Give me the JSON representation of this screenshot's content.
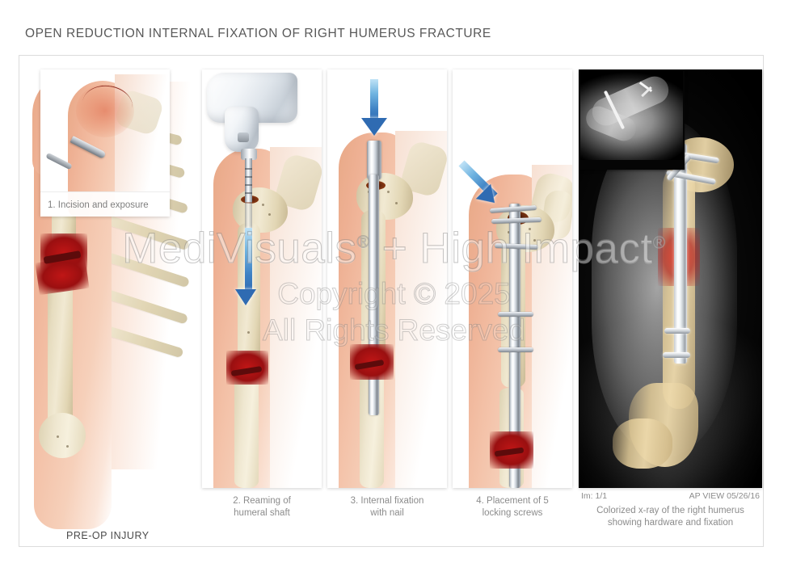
{
  "title": "OPEN REDUCTION INTERNAL FIXATION OF RIGHT HUMERUS FRACTURE",
  "preop": {
    "label": "PRE-OP INJURY"
  },
  "steps": [
    {
      "id": "step-1",
      "caption": "1. Incision and exposure"
    },
    {
      "id": "step-2",
      "caption_line1": "2. Reaming of",
      "caption_line2": "humeral shaft"
    },
    {
      "id": "step-3",
      "caption_line1": "3. Internal fixation",
      "caption_line2": "with nail"
    },
    {
      "id": "step-4",
      "caption_line1": "4. Placement of 5",
      "caption_line2": "locking screws"
    }
  ],
  "xray": {
    "image_number": "Im: 1/1",
    "view": "AP VIEW 05/26/16",
    "caption_line1": "Colorized x-ray of the right humerus",
    "caption_line2": "showing hardware and fixation"
  },
  "watermark": {
    "line1_a": "MediVisuals",
    "line1_reg1": "®",
    "line1_b": " + High Impact",
    "line1_reg2": "®",
    "line2": "Copyright © 2025",
    "line3": "All Rights Reserved"
  },
  "colors": {
    "title_text": "#585858",
    "caption_text": "#8c8c8c",
    "label_text": "#4a4a4a",
    "frame_border": "#dcdcdc",
    "arrow_blue": "#2f6bb2",
    "arrow_blue_light": "#bfe2f6",
    "blood_red": "#c01616",
    "bone_tan": "#e6dcbf",
    "skin": "#eeb093",
    "metal": "#ffffff",
    "xray_black": "#000000"
  }
}
